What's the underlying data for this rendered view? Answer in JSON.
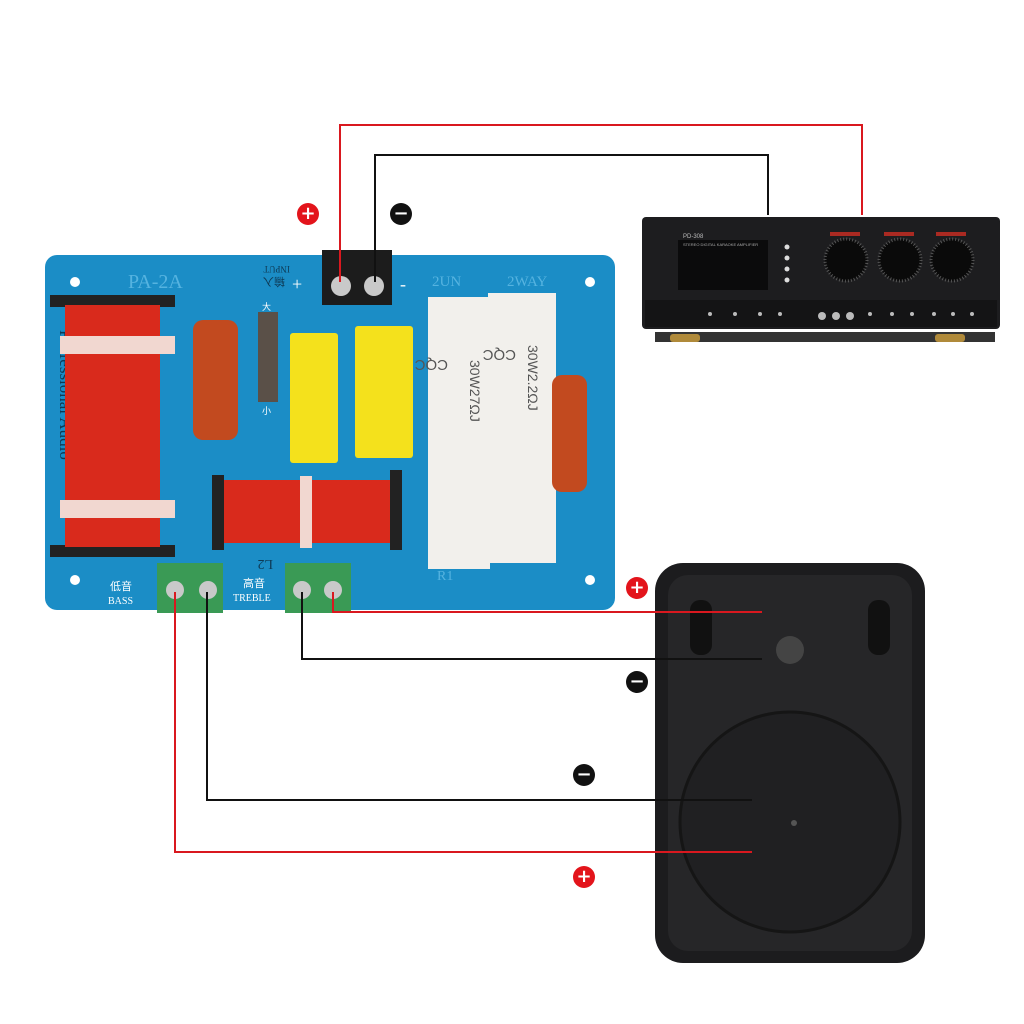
{
  "board": {
    "model": "PA-2A",
    "brand_text": "Professional Audio",
    "input_label": "INPUT",
    "input_cn": "输入",
    "input_plus": "+",
    "input_minus": "-",
    "way_label": "2WAY",
    "unit_label": "2UN",
    "switch_high": "大",
    "switch_low": "小",
    "bass_cn": "低音",
    "bass_label": "BASS",
    "treble_cn": "高音",
    "treble_label": "TREBLE",
    "l2_label": "L2",
    "r1_label": "R1",
    "resistor1": [
      "CQC",
      "30W27ΩJ"
    ],
    "resistor2": [
      "CQC",
      "30W2.2ΩJ"
    ],
    "board_color": "#1b8dc6"
  },
  "amplifier": {
    "model": "PD-308",
    "subtitle": "STEREO DIGITAL KARAOKE AMPLIFIER"
  },
  "polarity": {
    "plus": "+",
    "minus": "−",
    "plus_color": "#e3141b",
    "minus_color": "#111111"
  },
  "wire_colors": {
    "positive": "#d9181f",
    "negative": "#111111"
  }
}
